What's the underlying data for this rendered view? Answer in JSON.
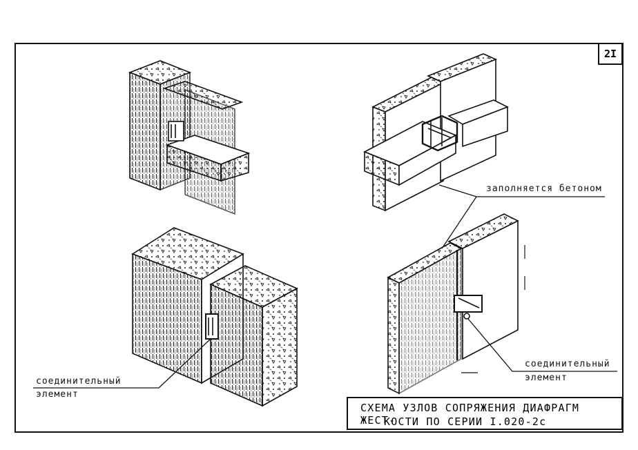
{
  "page_number": "2I",
  "labels": {
    "concrete_fill": "заполняется бетоном",
    "connector_left_line1": "соединительный",
    "connector_left_line2": "элемент",
    "connector_right_line1": "соединительный",
    "connector_right_line2": "элемент"
  },
  "title": {
    "line1": "СХЕМА УЗЛОВ СОПРЯЖЕНИЯ ДИАФРАГМ ЖЕСТ-",
    "line2": "КОСТИ ПО СЕРИИ I.020-2с"
  },
  "colors": {
    "ink": "#111111",
    "paper": "#ffffff"
  }
}
